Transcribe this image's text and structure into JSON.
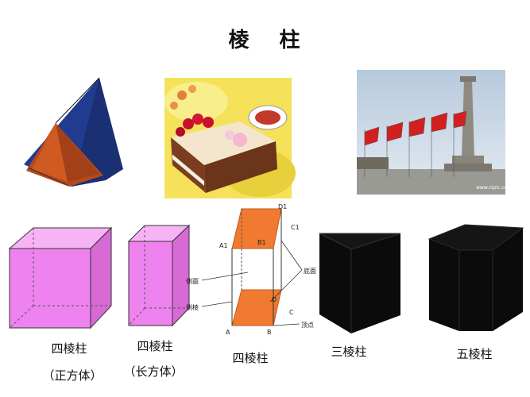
{
  "title": {
    "char1": "棱",
    "char2": "柱"
  },
  "photos": [
    {
      "name": "tent-photo"
    },
    {
      "name": "cake-photo"
    },
    {
      "name": "monument-photo",
      "watermark": "www.nipic.com"
    }
  ],
  "shapes": [
    {
      "label": "四棱柱",
      "sublabel": "（正方体）",
      "color": "#e97ee8"
    },
    {
      "label": "四棱柱",
      "sublabel": "（长方体）",
      "color": "#e97ee8"
    },
    {
      "label": "四棱柱"
    },
    {
      "label": "三棱柱",
      "color": "#0b0b0b"
    },
    {
      "label": "五棱柱",
      "color": "#0b0b0b"
    }
  ],
  "diagram": {
    "vertices": {
      "A1": "A1",
      "B1": "B1",
      "C1": "C1",
      "D1": "D1",
      "A": "A",
      "B": "B",
      "C": "C",
      "D": "D"
    },
    "annotations": {
      "side_face": "侧面",
      "side_edge": "侧棱",
      "base": "底面",
      "vertex": "顶点"
    },
    "base_color": "#f07a30"
  }
}
